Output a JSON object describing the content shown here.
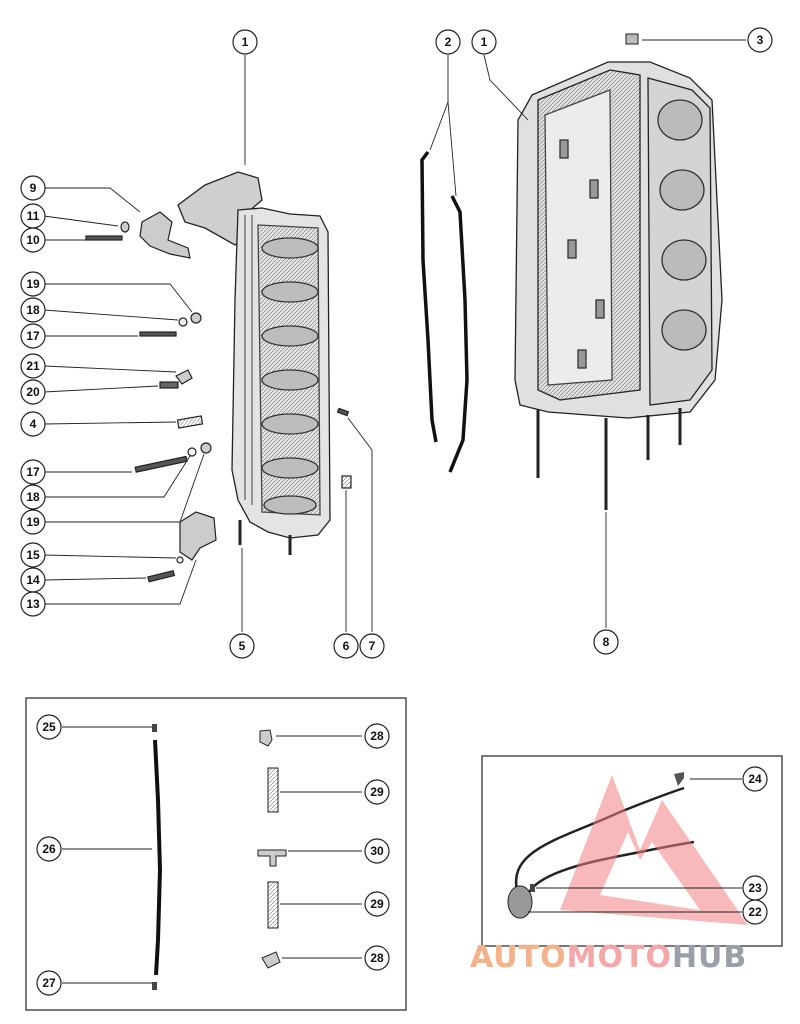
{
  "diagram": {
    "callouts": [
      "1",
      "2",
      "3",
      "4",
      "5",
      "6",
      "7",
      "8",
      "9",
      "10",
      "11",
      "13",
      "14",
      "15",
      "17",
      "18",
      "19",
      "20",
      "21",
      "22",
      "23",
      "24",
      "25",
      "26",
      "27",
      "28",
      "29",
      "30"
    ]
  },
  "watermark": {
    "part1": "AUTO",
    "part2": "MOTO",
    "part3": "HUB",
    "colors": {
      "auto": "#f3b38a",
      "moto": "#f2a8a8",
      "hub": "#9a9ea8",
      "logo": "#f08080"
    }
  }
}
